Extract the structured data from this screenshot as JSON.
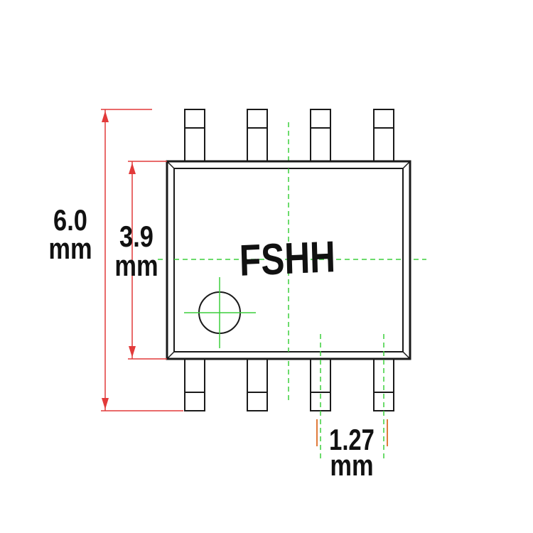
{
  "marking": "FSHH",
  "dimensions": {
    "total_height": {
      "value": "6.0",
      "unit": "mm"
    },
    "body_height": {
      "value": "3.9",
      "unit": "mm"
    },
    "pin_pitch": {
      "value": "1.27",
      "unit": "mm"
    }
  },
  "pins_per_side": 4,
  "colors": {
    "outline": "#1a1a1a",
    "dimension_line": "#e23a3a",
    "center_line": "#3ccf3c",
    "pitch_tick": "#e07a3a",
    "text": "#111111",
    "background": "#ffffff"
  }
}
